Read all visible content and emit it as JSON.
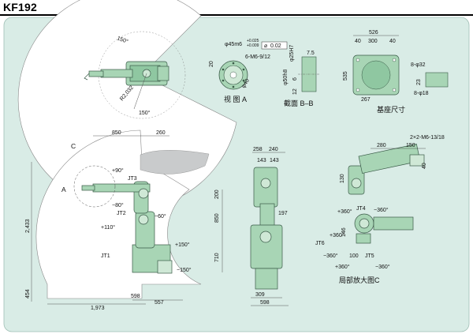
{
  "title": "KF192",
  "colors": {
    "panel_bg": "#d9ece6",
    "workspace": "#ffffff",
    "robot_fill": "#a8d5b5",
    "robot_stroke": "#3a5a48",
    "line": "#222222",
    "shade": "#c9cbcc"
  },
  "top_view": {
    "angle_left": "150°",
    "angle_right": "150°",
    "radius_label": "R2,032"
  },
  "view_a": {
    "caption": "视 图 A",
    "dia_label": "φ45m6",
    "tol_label": "+0.025\n+0.009",
    "flatness": "0.02",
    "bolt_label": "6-M6-9/12",
    "d1": "20",
    "d2": "φ40"
  },
  "section_bb": {
    "caption": "截面 B–B",
    "d1": "7.5",
    "d2": "φ25H7",
    "d3": "φ50h8",
    "d4": "6",
    "d5": "12"
  },
  "base": {
    "caption": "基座尺寸",
    "d_top": "526",
    "d_40a": "40",
    "d_300": "300",
    "d_40b": "40",
    "d_535": "535",
    "d_267": "267",
    "d_32": "8-φ32",
    "d_18": "8-φ18",
    "d_23": "23"
  },
  "side_view": {
    "d_850": "850",
    "d_260": "260",
    "d_2433": "2,433",
    "d_454": "454",
    "d_1973": "1,973",
    "d_598": "598",
    "d_557": "557",
    "d_200": "200",
    "d_850v": "850",
    "d_710": "710",
    "label_c": "C",
    "label_a": "A",
    "jt1": "JT1",
    "jt2": "JT2",
    "jt3": "JT3",
    "a_p90": "+90°",
    "a_m80": "−80°",
    "a_m60": "−60°",
    "a_p110": "+110°",
    "a_p150": "+150°",
    "a_m150": "−150°"
  },
  "front_view": {
    "d_258": "258",
    "d_240": "240",
    "d_143a": "143",
    "d_143b": "143",
    "d_197": "197",
    "d_309": "309",
    "d_598": "598"
  },
  "detail_c": {
    "caption": "局部放大图C",
    "d_280": "280",
    "d_150": "150",
    "d_thread": "2×2-M6-13/18",
    "d_130": "130",
    "d_40": "40",
    "d_100": "100",
    "d_146": "146",
    "jt4": "JT4",
    "jt5": "JT5",
    "jt6": "JT6",
    "a_p360a": "+360°",
    "a_m360a": "−360°",
    "a_p360b": "+360°",
    "a_m360b": "−360°",
    "a_p360c": "+360°",
    "a_m360c": "−360°"
  }
}
